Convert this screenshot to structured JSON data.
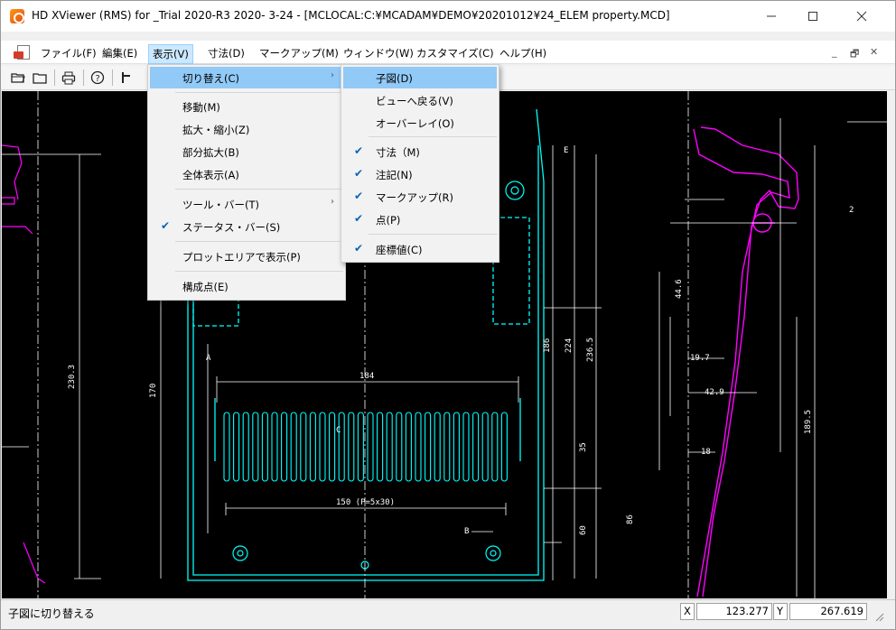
{
  "window": {
    "title": "HD XViewer (RMS) for _Trial 2020-R3 2020- 3-24 - [MCLOCAL:C:¥MCADAM¥DEMO¥20201012¥24_ELEM property.MCD]",
    "controls": [
      "minimize",
      "maximize",
      "close"
    ]
  },
  "menubar": {
    "items": [
      "ファイル(F)",
      "編集(E)",
      "表示(V)",
      "寸法(D)",
      "マークアップ(M)",
      "ウィンドウ(W)",
      "カスタマイズ(C)",
      "ヘルプ(H)"
    ],
    "active": "表示(V)"
  },
  "toolbar": {
    "icons": [
      "open-folder-icon",
      "folder-icon",
      "print-icon",
      "help-icon",
      "toolbar-extra-icon"
    ]
  },
  "view_menu": {
    "items": [
      {
        "label": "切り替え(C)",
        "checked": false,
        "submenu": true,
        "highlighted": true
      },
      {
        "label": "移動(M)",
        "checked": false
      },
      {
        "label": "拡大・縮小(Z)",
        "checked": false
      },
      {
        "label": "部分拡大(B)",
        "checked": false
      },
      {
        "label": "全体表示(A)",
        "checked": false
      },
      {
        "label": "ツール・バー(T)",
        "checked": false,
        "submenu": true
      },
      {
        "label": "ステータス・バー(S)",
        "checked": true
      },
      {
        "label": "プロットエリアで表示(P)",
        "checked": false
      },
      {
        "label": "構成点(E)",
        "checked": false
      }
    ]
  },
  "switch_submenu": {
    "items": [
      {
        "label": "子図(D)",
        "checked": false,
        "highlighted": true
      },
      {
        "label": "ビューへ戻る(V)",
        "checked": false
      },
      {
        "label": "オーバーレイ(O)",
        "checked": false
      },
      {
        "label": "寸法（M)",
        "checked": true
      },
      {
        "label": "注記(N)",
        "checked": true
      },
      {
        "label": "マークアップ(R)",
        "checked": true
      },
      {
        "label": "点(P)",
        "checked": true
      },
      {
        "label": "座標値(C)",
        "checked": true
      }
    ]
  },
  "statusbar": {
    "message": "子図に切り替える",
    "x_label": "X",
    "x_value": "123.277",
    "y_label": "Y",
    "y_value": "267.619"
  },
  "drawing": {
    "labels": [
      "184",
      "150 (P=5x30)",
      "230.3",
      "224",
      "236.5",
      "186",
      "170",
      "35",
      "60",
      "86",
      "189.5",
      "42.9",
      "19.7",
      "18",
      "44.6",
      "A",
      "B",
      "C",
      "E",
      "2"
    ],
    "colors": {
      "background": "#000000",
      "outline": "#00ffff",
      "dimension": "#ffffff",
      "profile": "#ff00ff"
    }
  },
  "colors": {
    "accent": "#0c64b6",
    "highlight": "#91c9f7",
    "active_menu": "#cce8ff"
  }
}
